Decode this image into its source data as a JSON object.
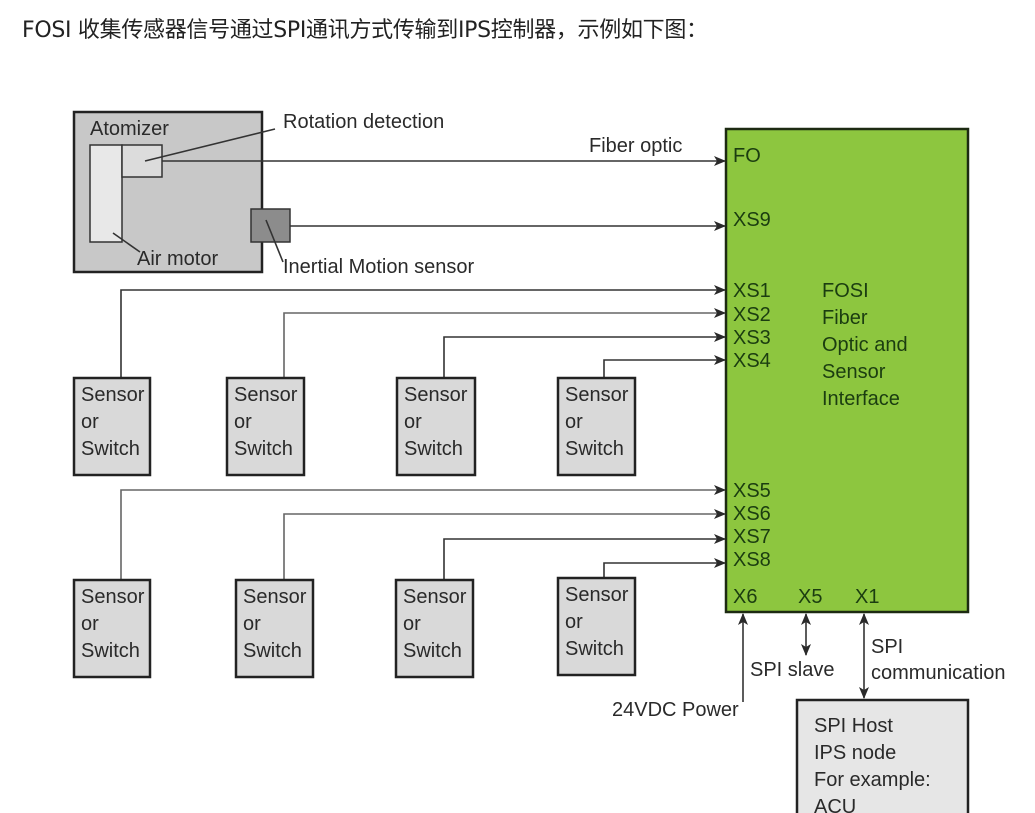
{
  "caption": "FOSI 收集传感器信号通过SPI通讯方式传输到IPS控制器，示例如下图：",
  "colors": {
    "fosi_fill": "#8dc63f",
    "atomizer_fill": "#c8c8c8",
    "sensor_fill": "#d9d9d9",
    "inertial_fill": "#8c8c8c",
    "host_fill": "#e6e6e6"
  },
  "atomizer": {
    "title": "Atomizer",
    "air_motor_label": "Air motor",
    "rotation_label": "Rotation detection",
    "inertial_label": "Inertial Motion sensor"
  },
  "fiber_optic_label": "Fiber optic",
  "fosi": {
    "title_lines": [
      "FOSI",
      "Fiber",
      "Optic and",
      "Sensor",
      "Interface"
    ],
    "pins_top": [
      "FO",
      "XS9"
    ],
    "pins_group1": [
      "XS1",
      "XS2",
      "XS3",
      "XS4"
    ],
    "pins_group2": [
      "XS5",
      "XS6",
      "XS7",
      "XS8"
    ],
    "pins_bottom": [
      "X6",
      "X5",
      "X1"
    ]
  },
  "sensors_row1": [
    {
      "lines": [
        "Sensor",
        "or",
        "Switch"
      ],
      "connects_to": "XS1"
    },
    {
      "lines": [
        "Sensor",
        "or",
        "Switch"
      ],
      "connects_to": "XS2"
    },
    {
      "lines": [
        "Sensor",
        "or",
        "Switch"
      ],
      "connects_to": "XS3"
    },
    {
      "lines": [
        "Sensor",
        "or",
        "Switch"
      ],
      "connects_to": "XS4"
    }
  ],
  "sensors_row2": [
    {
      "lines": [
        "Sensor",
        "or",
        "Switch"
      ],
      "connects_to": "XS5"
    },
    {
      "lines": [
        "Sensor",
        "or",
        "Switch"
      ],
      "connects_to": "XS6"
    },
    {
      "lines": [
        "Sensor",
        "or",
        "Switch"
      ],
      "connects_to": "XS7"
    },
    {
      "lines": [
        "Sensor",
        "or",
        "Switch"
      ],
      "connects_to": "XS8"
    }
  ],
  "bottom_labels": {
    "power": "24VDC Power",
    "spi_slave": "SPI slave",
    "spi_comm_lines": [
      "SPI",
      "communication"
    ]
  },
  "spi_host": {
    "lines": [
      "SPI Host",
      "IPS node",
      "For example:",
      "ACU"
    ]
  }
}
